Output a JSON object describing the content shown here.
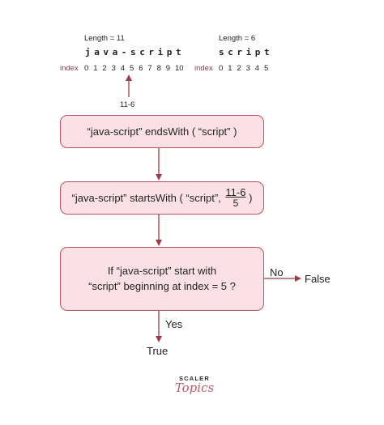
{
  "left_string": {
    "length_label": "Length = 11",
    "chars": [
      "j",
      "a",
      "v",
      "a",
      "-",
      "s",
      "c",
      "r",
      "i",
      "p",
      "t"
    ],
    "index_label": "index",
    "indices": [
      "0",
      "1",
      "2",
      "3",
      "4",
      "5",
      "6",
      "7",
      "8",
      "9",
      "10"
    ]
  },
  "right_string": {
    "length_label": "Length = 6",
    "chars": [
      "s",
      "c",
      "r",
      "i",
      "p",
      "t"
    ],
    "index_label": "index",
    "indices": [
      "0",
      "1",
      "2",
      "3",
      "4",
      "5"
    ]
  },
  "pointer_label": "11-6",
  "boxes": {
    "ends_with": "“java-script” endsWith ( “script” )",
    "starts_with_prefix": "“java-script” startsWith ( “script”, ",
    "starts_with_num": "11-6",
    "starts_with_den": "5",
    "starts_with_suffix": " )",
    "decision_line1": "If “java-script” start with",
    "decision_line2": "“script” beginning at index = 5 ?"
  },
  "branches": {
    "no_label": "No",
    "false_label": "False",
    "yes_label": "Yes",
    "true_label": "True"
  },
  "logo": {
    "top": "SCALER",
    "bottom": "Topics"
  },
  "colors": {
    "box_fill": "#fbe1e5",
    "box_border": "#b8545f",
    "arrow": "#9e3b47",
    "index_label": "#8b3a4a"
  }
}
